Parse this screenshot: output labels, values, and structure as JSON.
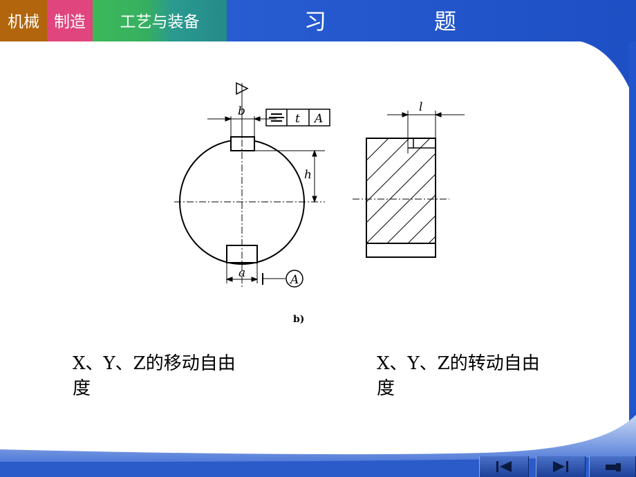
{
  "header": {
    "tags": [
      "机械",
      "制造",
      "工艺与装备"
    ],
    "title_chars": [
      "习",
      "题"
    ]
  },
  "figure": {
    "labels": {
      "b": "b",
      "t": "t",
      "A_box": "A",
      "h": "h",
      "a": "a",
      "A_circle": "A",
      "l": "l",
      "caption": "b)"
    }
  },
  "content": {
    "left_question": "X、Y、Z的移动自由度",
    "right_question": "X、Y、Z的转动自由度"
  },
  "nav": {
    "buttons": [
      "first-icon",
      "next-icon",
      "end-icon"
    ]
  },
  "colors": {
    "frame_blue": "#2255cc",
    "tag_brown": "#b2650c",
    "tag_pink": "#e0457e",
    "tag_green": "#3cb85a",
    "tag_teal": "#2a9a90"
  }
}
